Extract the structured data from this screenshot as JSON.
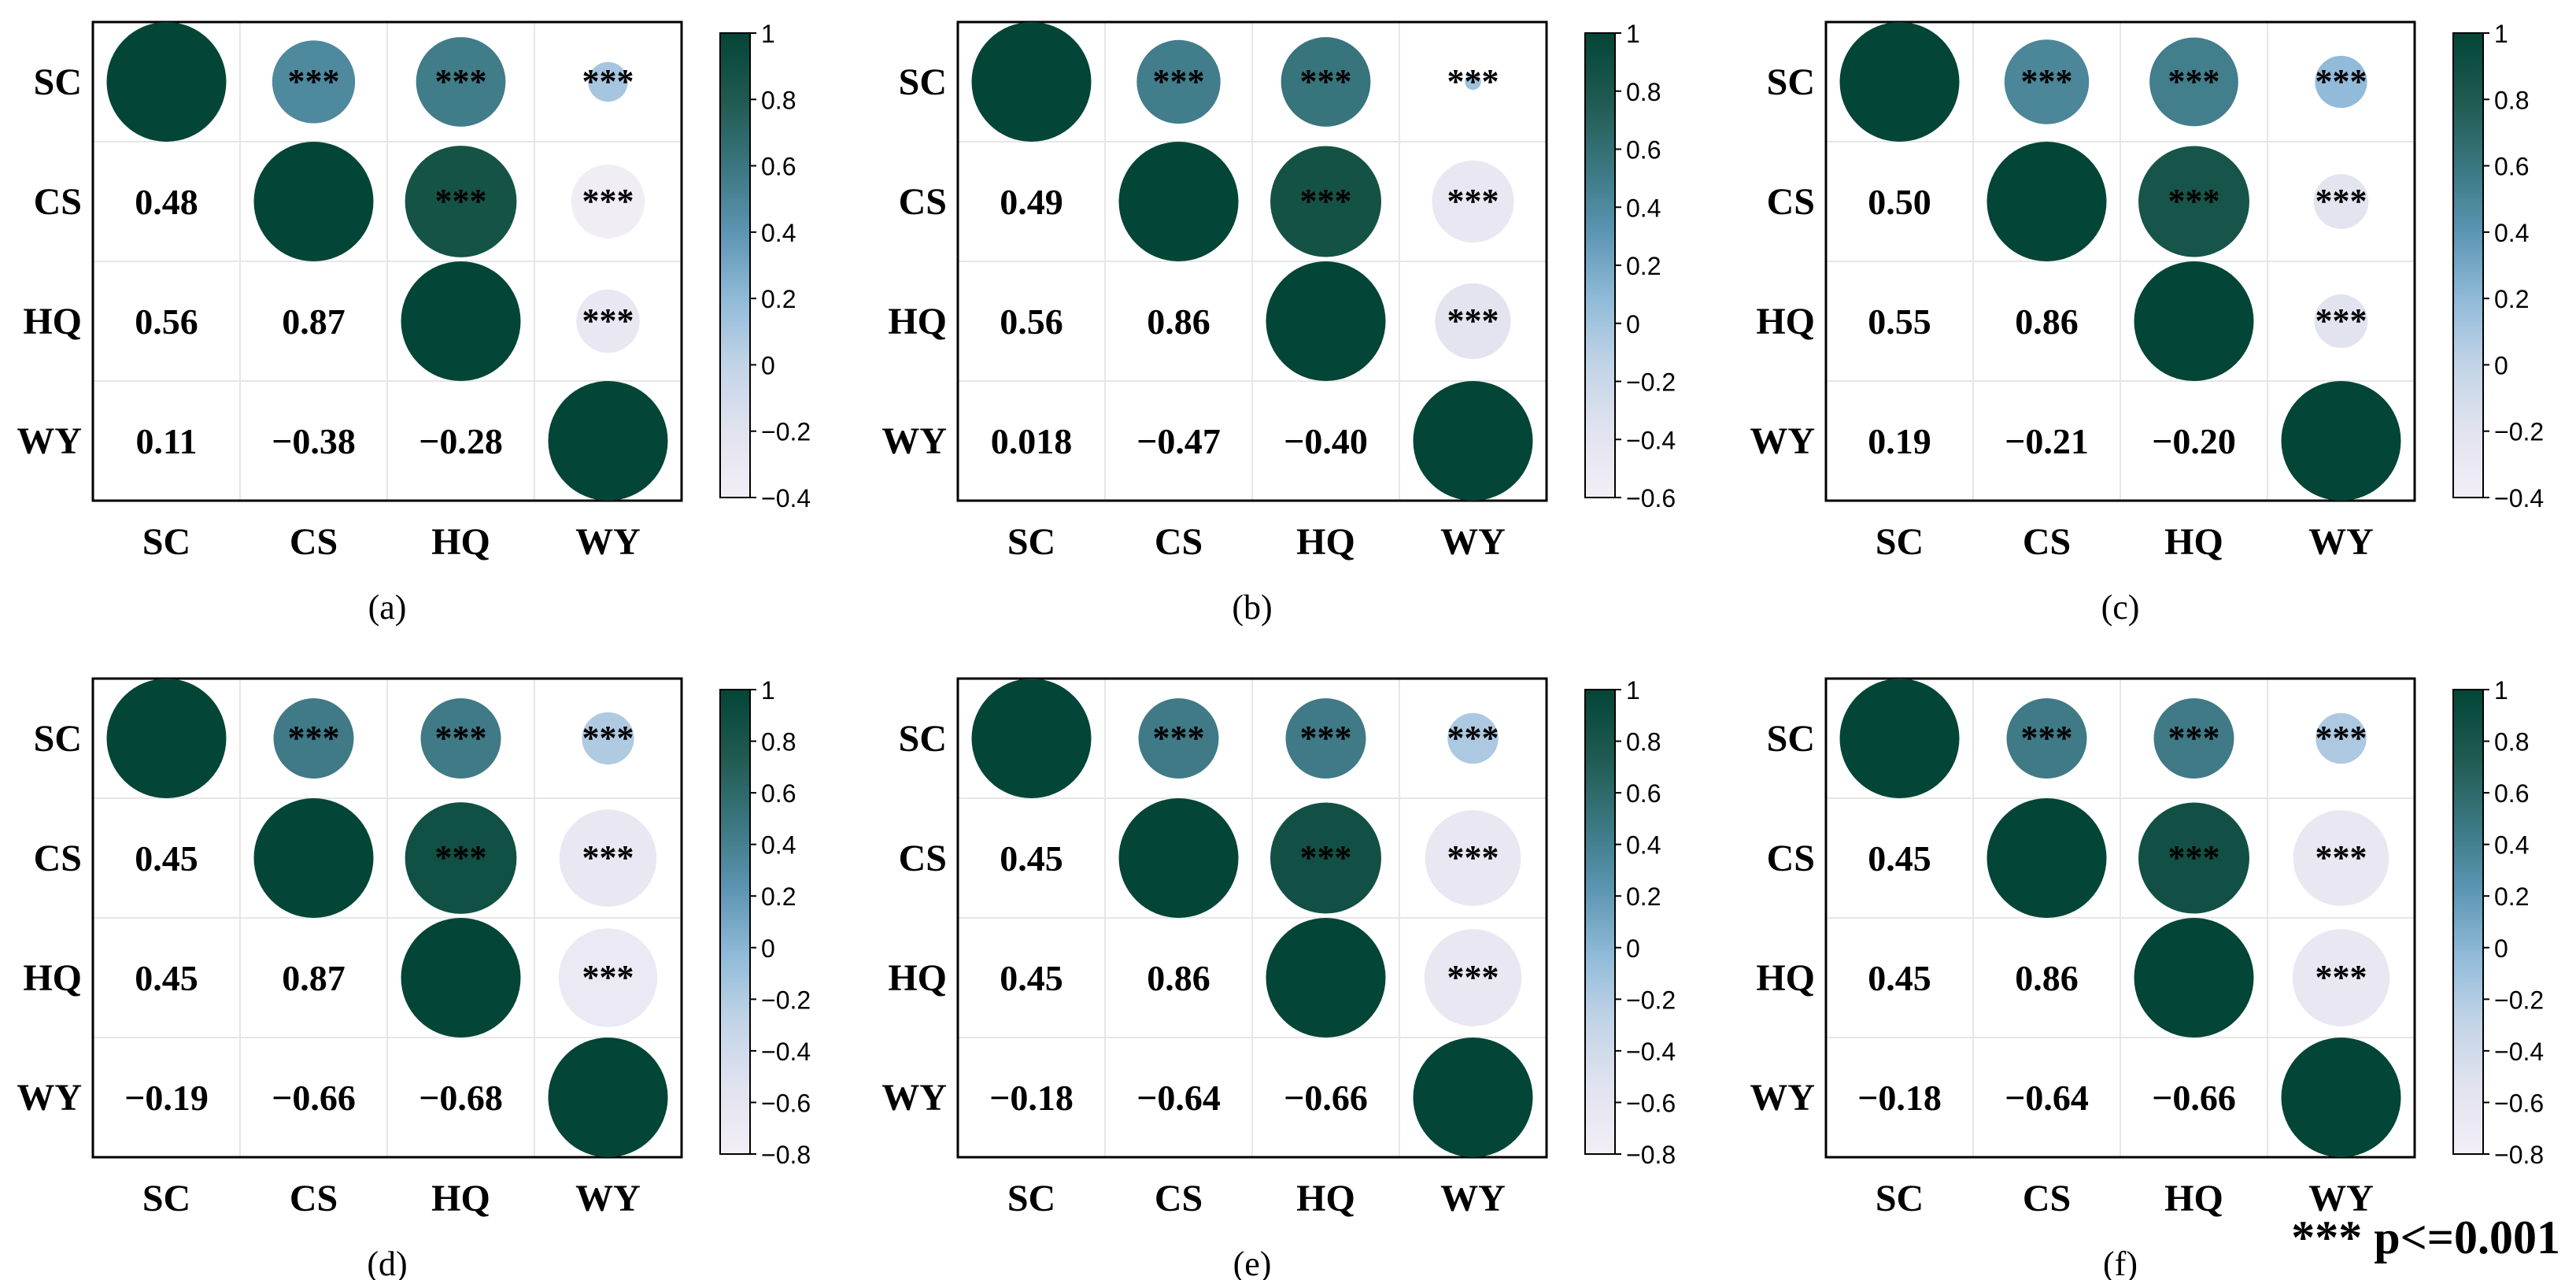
{
  "figure": {
    "footnote": "*** p<=0.001",
    "colors": {
      "scale": [
        "#f3eef6",
        "#e1e3ef",
        "#c2d4e7",
        "#8fbad8",
        "#5b95b2",
        "#3a767f",
        "#1f5a50",
        "#034537"
      ],
      "border": "#000000",
      "grid": "#e6e6e6"
    }
  },
  "chart_data": [
    {
      "type": "heatmap",
      "panel_label": "(a)",
      "variables": [
        "SC",
        "CS",
        "HQ",
        "WY"
      ],
      "matrix": [
        [
          1,
          0.48,
          0.56,
          0.11
        ],
        [
          0.48,
          1,
          0.87,
          -0.38
        ],
        [
          0.56,
          0.87,
          1,
          -0.28
        ],
        [
          0.11,
          -0.38,
          -0.28,
          1
        ]
      ],
      "lower_labels": [
        [
          "",
          "",
          "",
          ""
        ],
        [
          "0.48",
          "",
          "",
          ""
        ],
        [
          "0.56",
          "0.87",
          "",
          ""
        ],
        [
          "0.11",
          "−0.38",
          "−0.28",
          ""
        ]
      ],
      "significance": "***",
      "colorbar": {
        "min": -0.4,
        "max": 1,
        "ticks": [
          "1",
          "0.8",
          "0.6",
          "0.4",
          "0.2",
          "0",
          "−0.2",
          "−0.4"
        ],
        "tick_values": [
          1,
          0.8,
          0.6,
          0.4,
          0.2,
          0,
          -0.2,
          -0.4
        ]
      }
    },
    {
      "type": "heatmap",
      "panel_label": "(b)",
      "variables": [
        "SC",
        "CS",
        "HQ",
        "WY"
      ],
      "matrix": [
        [
          1,
          0.49,
          0.56,
          0.018
        ],
        [
          0.49,
          1,
          0.86,
          -0.47
        ],
        [
          0.56,
          0.86,
          1,
          -0.4
        ],
        [
          0.018,
          -0.47,
          -0.4,
          1
        ]
      ],
      "lower_labels": [
        [
          "",
          "",
          "",
          ""
        ],
        [
          "0.49",
          "",
          "",
          ""
        ],
        [
          "0.56",
          "0.86",
          "",
          ""
        ],
        [
          "0.018",
          "−0.47",
          "−0.40",
          ""
        ]
      ],
      "significance": "***",
      "colorbar": {
        "min": -0.6,
        "max": 1,
        "ticks": [
          "1",
          "0.8",
          "0.6",
          "0.4",
          "0.2",
          "0",
          "−0.2",
          "−0.4",
          "−0.6"
        ],
        "tick_values": [
          1,
          0.8,
          0.6,
          0.4,
          0.2,
          0,
          -0.2,
          -0.4,
          -0.6
        ]
      }
    },
    {
      "type": "heatmap",
      "panel_label": "(c)",
      "variables": [
        "SC",
        "CS",
        "HQ",
        "WY"
      ],
      "matrix": [
        [
          1,
          0.5,
          0.55,
          0.19
        ],
        [
          0.5,
          1,
          0.86,
          -0.21
        ],
        [
          0.55,
          0.86,
          1,
          -0.2
        ],
        [
          0.19,
          -0.21,
          -0.2,
          1
        ]
      ],
      "lower_labels": [
        [
          "",
          "",
          "",
          ""
        ],
        [
          "0.50",
          "",
          "",
          ""
        ],
        [
          "0.55",
          "0.86",
          "",
          ""
        ],
        [
          "0.19",
          "−0.21",
          "−0.20",
          ""
        ]
      ],
      "significance": "***",
      "colorbar": {
        "min": -0.4,
        "max": 1,
        "ticks": [
          "1",
          "0.8",
          "0.6",
          "0.4",
          "0.2",
          "0",
          "−0.2",
          "−0.4"
        ],
        "tick_values": [
          1,
          0.8,
          0.6,
          0.4,
          0.2,
          0,
          -0.2,
          -0.4
        ]
      }
    },
    {
      "type": "heatmap",
      "panel_label": "(d)",
      "variables": [
        "SC",
        "CS",
        "HQ",
        "WY"
      ],
      "matrix": [
        [
          1,
          0.45,
          0.45,
          -0.19
        ],
        [
          0.45,
          1,
          0.87,
          -0.66
        ],
        [
          0.45,
          0.87,
          1,
          -0.68
        ],
        [
          -0.19,
          -0.66,
          -0.68,
          1
        ]
      ],
      "lower_labels": [
        [
          "",
          "",
          "",
          ""
        ],
        [
          "0.45",
          "",
          "",
          ""
        ],
        [
          "0.45",
          "0.87",
          "",
          ""
        ],
        [
          "−0.19",
          "−0.66",
          "−0.68",
          ""
        ]
      ],
      "significance": "***",
      "colorbar": {
        "min": -0.8,
        "max": 1,
        "ticks": [
          "1",
          "0.8",
          "0.6",
          "0.4",
          "0.2",
          "0",
          "−0.2",
          "−0.4",
          "−0.6",
          "−0.8"
        ],
        "tick_values": [
          1,
          0.8,
          0.6,
          0.4,
          0.2,
          0,
          -0.2,
          -0.4,
          -0.6,
          -0.8
        ]
      }
    },
    {
      "type": "heatmap",
      "panel_label": "(e)",
      "variables": [
        "SC",
        "CS",
        "HQ",
        "WY"
      ],
      "matrix": [
        [
          1,
          0.45,
          0.45,
          -0.18
        ],
        [
          0.45,
          1,
          0.86,
          -0.64
        ],
        [
          0.45,
          0.86,
          1,
          -0.66
        ],
        [
          -0.18,
          -0.64,
          -0.66,
          1
        ]
      ],
      "lower_labels": [
        [
          "",
          "",
          "",
          ""
        ],
        [
          "0.45",
          "",
          "",
          ""
        ],
        [
          "0.45",
          "0.86",
          "",
          ""
        ],
        [
          "−0.18",
          "−0.64",
          "−0.66",
          ""
        ]
      ],
      "significance": "***",
      "colorbar": {
        "min": -0.8,
        "max": 1,
        "ticks": [
          "1",
          "0.8",
          "0.6",
          "0.4",
          "0.2",
          "0",
          "−0.2",
          "−0.4",
          "−0.6",
          "−0.8"
        ],
        "tick_values": [
          1,
          0.8,
          0.6,
          0.4,
          0.2,
          0,
          -0.2,
          -0.4,
          -0.6,
          -0.8
        ]
      }
    },
    {
      "type": "heatmap",
      "panel_label": "(f)",
      "variables": [
        "SC",
        "CS",
        "HQ",
        "WY"
      ],
      "matrix": [
        [
          1,
          0.45,
          0.45,
          -0.18
        ],
        [
          0.45,
          1,
          0.86,
          -0.64
        ],
        [
          0.45,
          0.86,
          1,
          -0.66
        ],
        [
          -0.18,
          -0.64,
          -0.66,
          1
        ]
      ],
      "lower_labels": [
        [
          "",
          "",
          "",
          ""
        ],
        [
          "0.45",
          "",
          "",
          ""
        ],
        [
          "0.45",
          "0.86",
          "",
          ""
        ],
        [
          "−0.18",
          "−0.64",
          "−0.66",
          ""
        ]
      ],
      "significance": "***",
      "colorbar": {
        "min": -0.8,
        "max": 1,
        "ticks": [
          "1",
          "0.8",
          "0.6",
          "0.4",
          "0.2",
          "0",
          "−0.2",
          "−0.4",
          "−0.6",
          "−0.8"
        ],
        "tick_values": [
          1,
          0.8,
          0.6,
          0.4,
          0.2,
          0,
          -0.2,
          -0.4,
          -0.6,
          -0.8
        ]
      }
    }
  ]
}
